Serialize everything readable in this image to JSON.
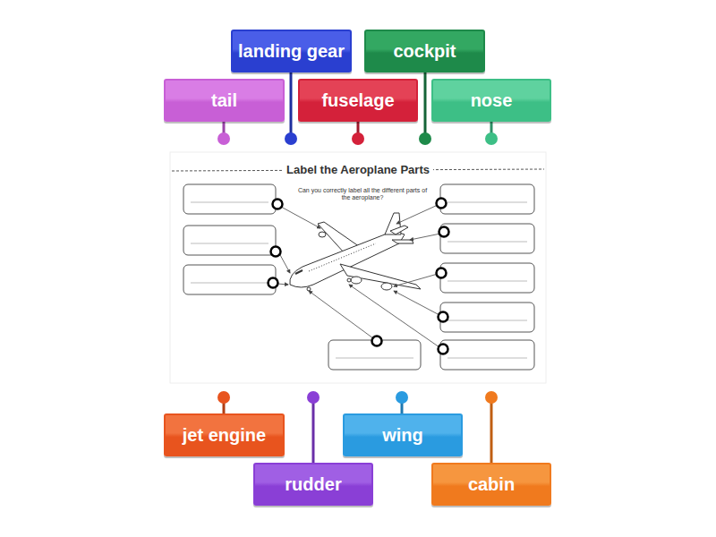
{
  "diagram": {
    "title": "Label the Aeroplane Parts",
    "nodes": [
      {
        "text": [
          "landing gear"
        ]
      },
      {
        "text": [
          "cockpit"
        ]
      },
      {
        "text": [
          "tail"
        ]
      },
      {
        "text": [
          "fuselage"
        ]
      },
      {
        "text": [
          "nose"
        ]
      },
      {
        "text": [
          "jet engine"
        ]
      },
      {
        "text": [
          "rudder"
        ]
      },
      {
        "text": [
          "wing"
        ]
      },
      {
        "text": [
          "cabin"
        ]
      }
    ],
    "labels": [
      "Can you correctly label all the different parts of the aeroplane?"
    ]
  }
}
